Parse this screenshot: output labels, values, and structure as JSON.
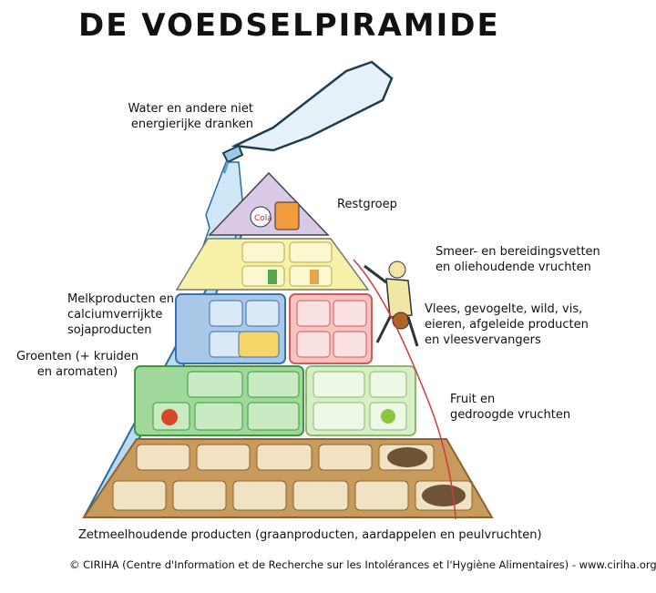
{
  "title": "DE VOEDSELPIRAMIDE",
  "labels": {
    "water": "Water en andere niet\nenergierijke dranken",
    "restgroep": "Restgroep",
    "vetten": "Smeer- en bereidingsvetten\nen oliehoudende vruchten",
    "melk": "Melkproducten en\ncalciumverrijkte\nsojaproducten",
    "vlees": "Vlees, gevogelte, wild, vis,\neieren, afgeleide producten\nen vleesvervangers",
    "groenten": "Groenten (+ kruiden\nen aromaten)",
    "fruit": "Fruit en\ngedroogde vruchten",
    "zetmeel": "Zetmeelhoudende producten (graanproducten, aardappelen en peulvruchten)"
  },
  "footer": "© CIRIHA (Centre d'Information et de Recherche sur les Intolérances et l'Hygiène Alimentaires) - www.ciriha.org",
  "colors": {
    "restgroep": "#d9c9e6",
    "vetten": "#f7f2a8",
    "melk": "#a9c8e8",
    "melk_border": "#3a6fb0",
    "vlees": "#f6c3c3",
    "vlees_border": "#d25a5a",
    "groenten": "#9fd89a",
    "groenten_border": "#3a9a3a",
    "fruit": "#d7efc6",
    "zetmeel": "#c89a5c",
    "zetmeel_dark": "#8a6234",
    "water": "#b9dcf2"
  }
}
